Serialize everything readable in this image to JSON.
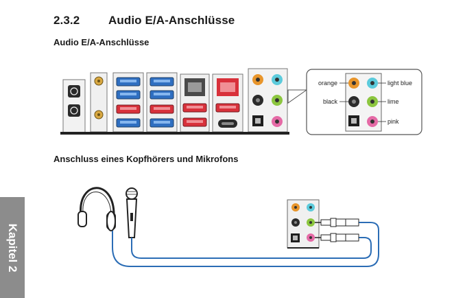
{
  "section": {
    "number": "2.3.2",
    "title": "Audio E/A-Anschlüsse"
  },
  "subtitle_ports": "Audio E/A-Anschlüsse",
  "subtitle_headphones": "Anschluss eines Kopfhörers und Mikrofons",
  "side_tab": "Kapitel 2",
  "jack_labels": {
    "orange": "orange",
    "light_blue": "light blue",
    "black": "black",
    "lime": "lime",
    "pink": "pink"
  },
  "jack_colors": {
    "orange": "#e8952b",
    "light_blue": "#5ccbdc",
    "black": "#2b2b2b",
    "lime": "#8cc63f",
    "pink": "#e56aa6"
  },
  "accent": {
    "usb_blue": "#2f6fc1",
    "usb_red": "#d8313b",
    "cable_blue": "#2a6cb5"
  }
}
